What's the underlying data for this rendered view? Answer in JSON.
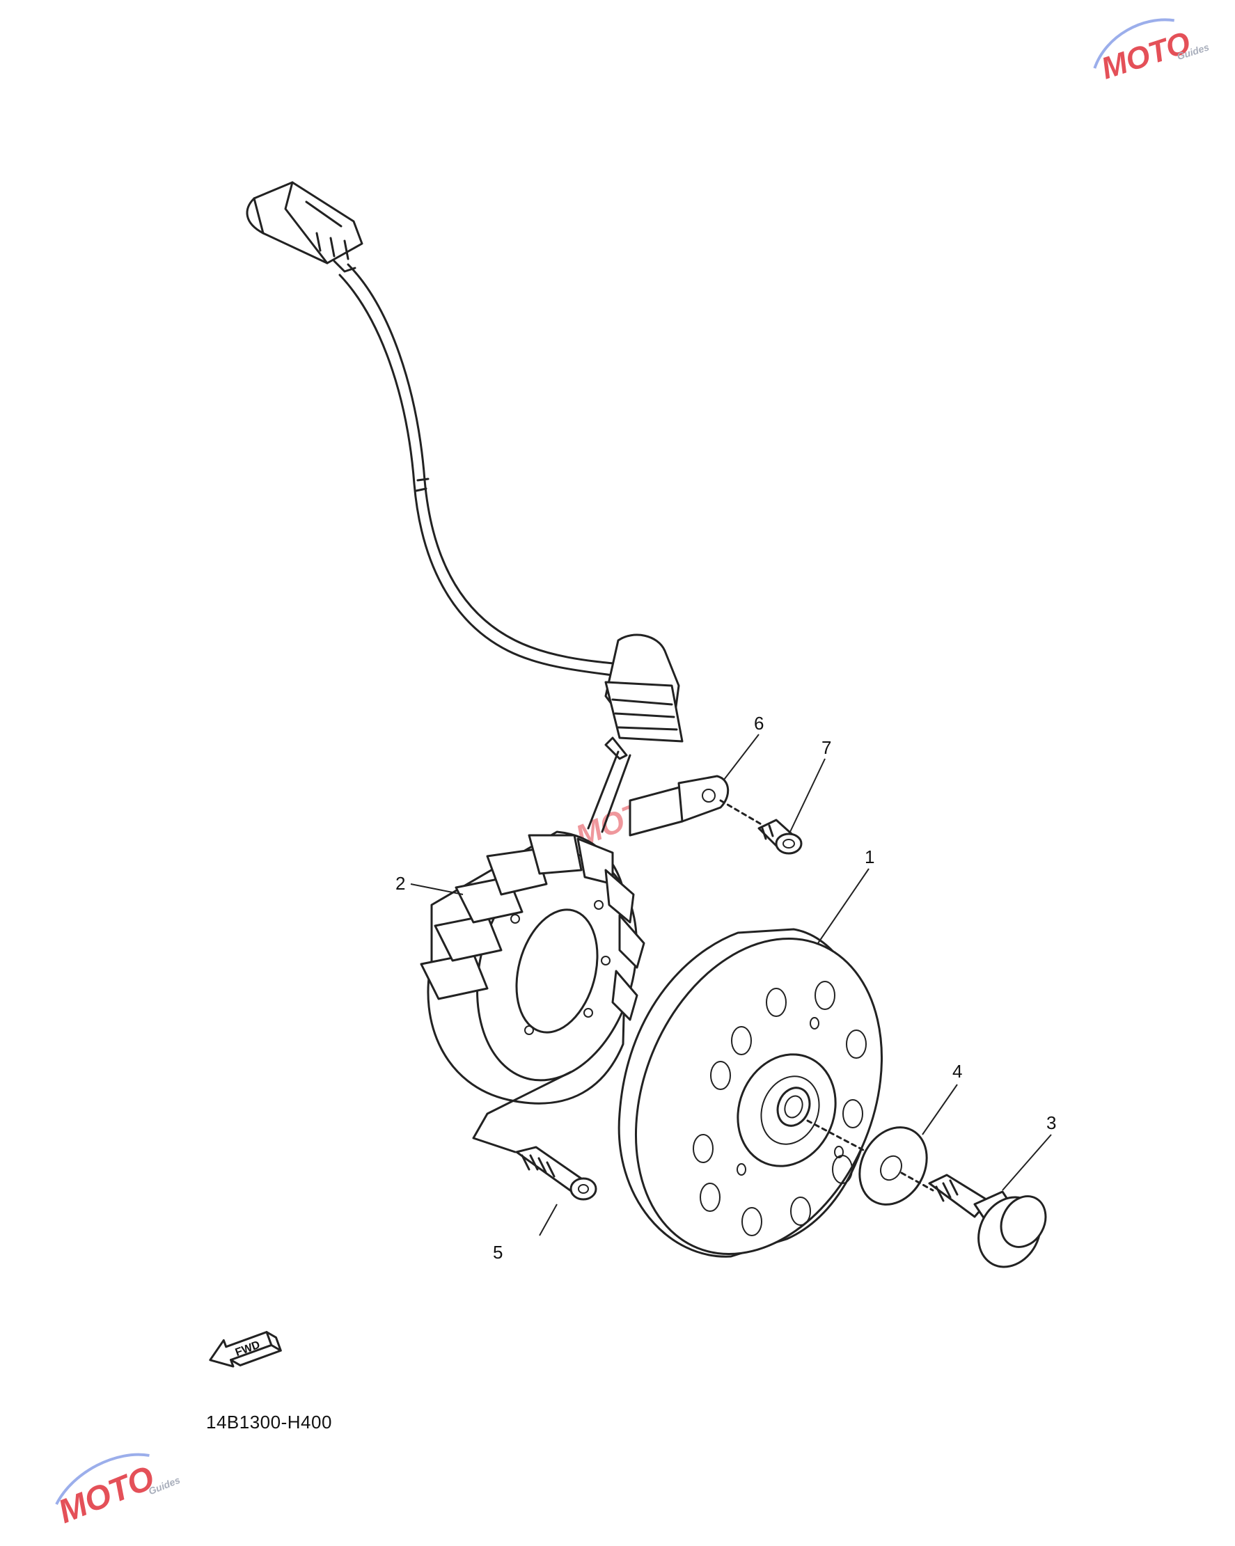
{
  "diagram": {
    "code": "14B1300-H400",
    "fwd_label": "FWD",
    "callouts": [
      {
        "id": "1",
        "label": "1"
      },
      {
        "id": "2",
        "label": "2"
      },
      {
        "id": "3",
        "label": "3"
      },
      {
        "id": "4",
        "label": "4"
      },
      {
        "id": "5",
        "label": "5"
      },
      {
        "id": "6",
        "label": "6"
      },
      {
        "id": "7",
        "label": "7"
      }
    ]
  },
  "watermark": {
    "brand": "MOTO",
    "sub": "Guides",
    "colors": {
      "red": "#e0323c",
      "blue": "#3b5bd6",
      "gray": "#9aa0b0"
    }
  },
  "colors": {
    "line": "#222222",
    "background": "#ffffff"
  }
}
